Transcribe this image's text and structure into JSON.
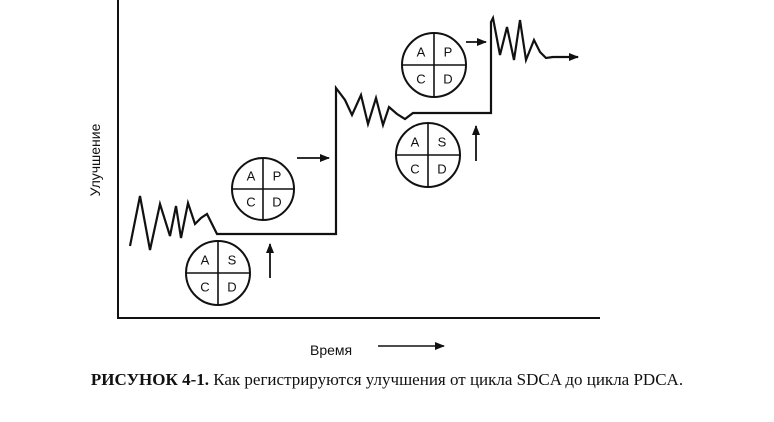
{
  "axes": {
    "ylabel": "Улучшение",
    "xlabel": "Время"
  },
  "cycles": [
    {
      "id": "sdca-1",
      "quadrants": [
        "A",
        "S",
        "C",
        "D"
      ]
    },
    {
      "id": "pdca-1",
      "quadrants": [
        "A",
        "P",
        "C",
        "D"
      ]
    },
    {
      "id": "sdca-2",
      "quadrants": [
        "A",
        "S",
        "C",
        "D"
      ]
    },
    {
      "id": "pdca-2",
      "quadrants": [
        "A",
        "P",
        "C",
        "D"
      ]
    }
  ],
  "caption": {
    "number": "РИСУНОК 4-1.",
    "text": " Как регистрируются улучшения от цикла SDCA до цикла PDCA."
  }
}
